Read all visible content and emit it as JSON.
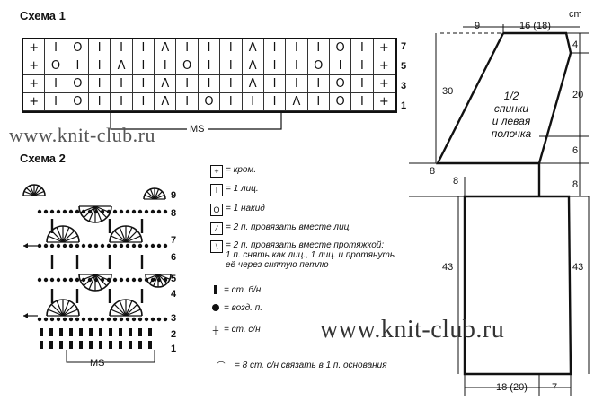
{
  "scheme1": {
    "title": "Схема 1",
    "row_numbers": [
      "7",
      "5",
      "3",
      "1"
    ],
    "ms_label": "MS",
    "rows": [
      [
        "+",
        "I",
        "O",
        "I",
        "I",
        "I",
        "Λ",
        "I",
        "I",
        "I",
        "Λ",
        "I",
        "I",
        "I",
        "O",
        "I",
        "+"
      ],
      [
        "+",
        "O",
        "I",
        "I",
        "Λ",
        "I",
        "I",
        "O",
        "I",
        "I",
        "Λ",
        "I",
        "I",
        "O",
        "I",
        "I",
        "+"
      ],
      [
        "+",
        "I",
        "O",
        "I",
        "I",
        "I",
        "Λ",
        "I",
        "I",
        "I",
        "Λ",
        "I",
        "I",
        "I",
        "O",
        "I",
        "+"
      ],
      [
        "+",
        "I",
        "O",
        "I",
        "I",
        "I",
        "Λ",
        "I",
        "O",
        "I",
        "I",
        "I",
        "Λ",
        "I",
        "O",
        "I",
        "+"
      ]
    ]
  },
  "scheme2": {
    "title": "Схема 2",
    "row_numbers": [
      "9",
      "8",
      "7",
      "6",
      "5",
      "4",
      "3",
      "2",
      "1"
    ],
    "ms_label": "MS"
  },
  "watermark": "www.knit-club.ru",
  "legend": [
    {
      "icon": "edge-stitch-icon",
      "glyph": "+",
      "text": "= кром."
    },
    {
      "icon": "knit-stitch-icon",
      "glyph": "I",
      "text": "= 1 лиц."
    },
    {
      "icon": "yarn-over-icon",
      "glyph": "O",
      "text": "= 1 накид"
    },
    {
      "icon": "k2tog-icon",
      "glyph": "⁄",
      "text": "= 2 п. провязать вместе лиц."
    },
    {
      "icon": "ssk-icon",
      "glyph": "⧵",
      "text": "= 2 п. провязать вместе протяжкой:\n1 п. снять как лиц., 1 лиц. и протянуть\nеё через снятую петлю"
    },
    {
      "icon": "single-crochet-icon",
      "glyph": "",
      "text": "= ст. б/н"
    },
    {
      "icon": "chain-icon",
      "glyph": "",
      "text": "= возд. п."
    },
    {
      "icon": "double-crochet-icon",
      "glyph": "",
      "text": "= ст. с/н"
    },
    {
      "icon": "shell-icon",
      "glyph": "",
      "text": "= 8 ст. с/н связать в 1 п. основания"
    }
  ],
  "pattern": {
    "unit": "cm",
    "label": "1/2\nспинки\nи левая\nполочка",
    "dims": {
      "top_left": "9",
      "top_width": "16 (18)",
      "shoulder": "4",
      "armhole_height_left": "30",
      "armhole_height_right": "20",
      "armhole_bottom": "6",
      "underarm_left": "8",
      "underarm_left2": "8",
      "band": "8",
      "body_left": "43",
      "body_right": "43",
      "bottom_width": "18 (20)",
      "bottom_right": "7"
    }
  }
}
